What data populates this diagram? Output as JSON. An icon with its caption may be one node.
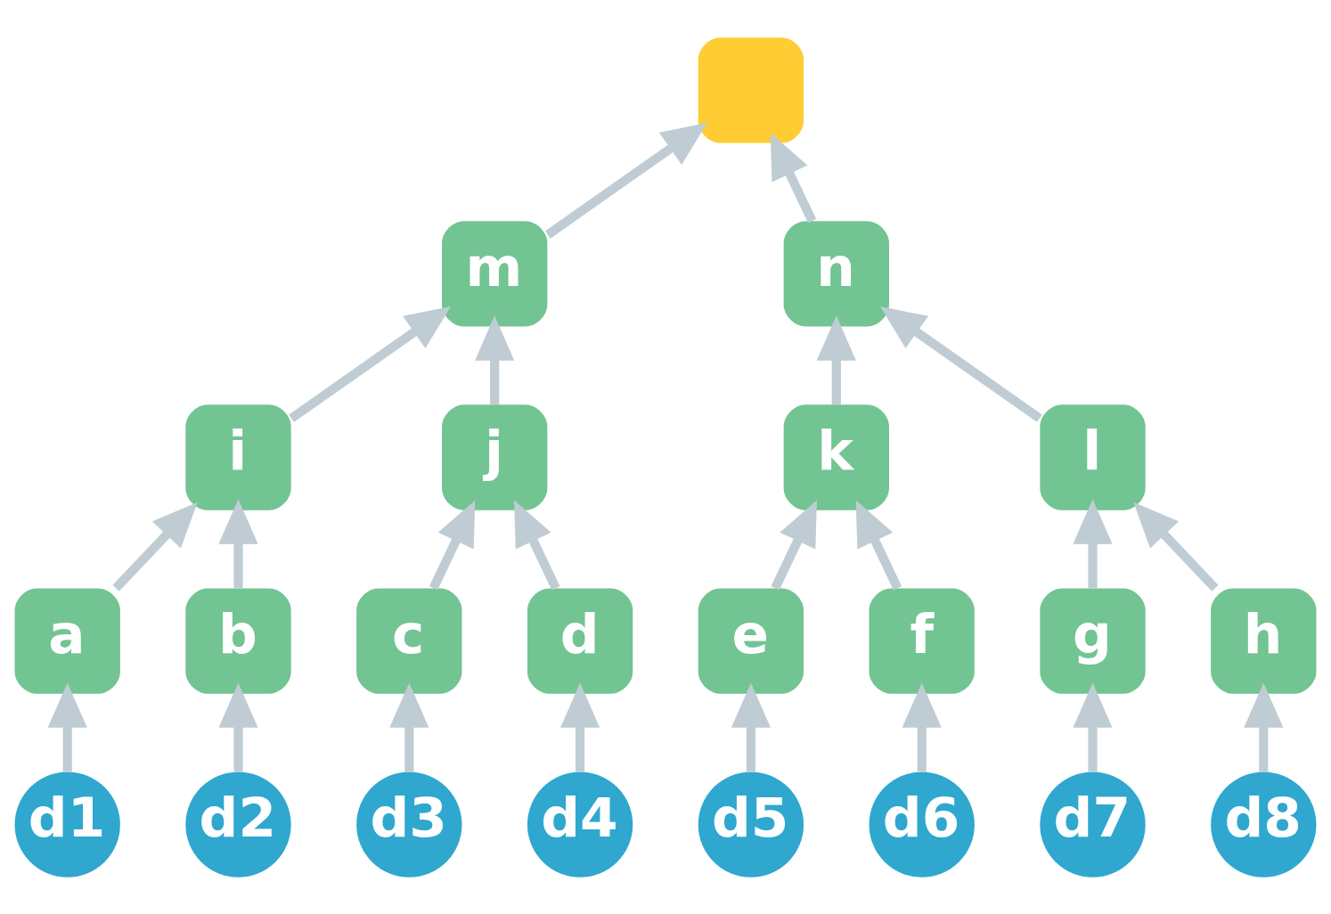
{
  "diagram": {
    "nodes": [
      {
        "text": [],
        "shape": "box"
      },
      {
        "text": [
          "m"
        ]
      },
      {
        "text": [
          "n"
        ]
      },
      {
        "text": [
          "i"
        ]
      },
      {
        "text": [
          "j"
        ]
      },
      {
        "text": [
          "k"
        ]
      },
      {
        "text": [
          "l"
        ]
      },
      {
        "text": [
          "a"
        ]
      },
      {
        "text": [
          "b"
        ]
      },
      {
        "text": [
          "c"
        ]
      },
      {
        "text": [
          "d"
        ]
      },
      {
        "text": [
          "e"
        ]
      },
      {
        "text": [
          "f"
        ]
      },
      {
        "text": [
          "g"
        ]
      },
      {
        "text": [
          "h"
        ]
      },
      {
        "text": [
          "d1"
        ]
      },
      {
        "text": [
          "d2"
        ]
      },
      {
        "text": [
          "d3"
        ]
      },
      {
        "text": [
          "d4"
        ]
      },
      {
        "text": [
          "d5"
        ]
      },
      {
        "text": [
          "d6"
        ]
      },
      {
        "text": [
          "d7"
        ]
      },
      {
        "text": [
          "d8"
        ]
      }
    ],
    "edges": [
      {
        "from": 1,
        "to": 0,
        "arrow": "to"
      },
      {
        "from": 2,
        "to": 0,
        "arrow": "to"
      },
      {
        "from": 3,
        "to": 1,
        "arrow": "to"
      },
      {
        "from": 4,
        "to": 1,
        "arrow": "to"
      },
      {
        "from": 5,
        "to": 2,
        "arrow": "to"
      },
      {
        "from": 6,
        "to": 2,
        "arrow": "to"
      },
      {
        "from": 7,
        "to": 3,
        "arrow": "to"
      },
      {
        "from": 8,
        "to": 3,
        "arrow": "to"
      },
      {
        "from": 9,
        "to": 4,
        "arrow": "to"
      },
      {
        "from": 10,
        "to": 4,
        "arrow": "to"
      },
      {
        "from": 11,
        "to": 5,
        "arrow": "to"
      },
      {
        "from": 12,
        "to": 5,
        "arrow": "to"
      },
      {
        "from": 13,
        "to": 6,
        "arrow": "to"
      },
      {
        "from": 14,
        "to": 6,
        "arrow": "to"
      },
      {
        "from": 15,
        "to": 7,
        "arrow": "to"
      },
      {
        "from": 16,
        "to": 8,
        "arrow": "to"
      },
      {
        "from": 17,
        "to": 9,
        "arrow": "to"
      },
      {
        "from": 18,
        "to": 10,
        "arrow": "to"
      },
      {
        "from": 19,
        "to": 11,
        "arrow": "to"
      },
      {
        "from": 20,
        "to": 12,
        "arrow": "to"
      },
      {
        "from": 21,
        "to": 13,
        "arrow": "to"
      },
      {
        "from": 22,
        "to": 14,
        "arrow": "to"
      }
    ]
  }
}
